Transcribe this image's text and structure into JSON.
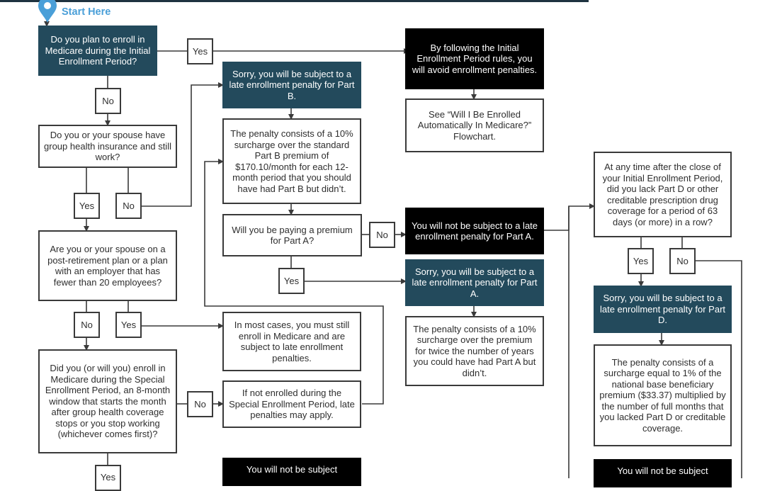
{
  "colors": {
    "dark_box": "#234a5c",
    "black_box": "#000000",
    "line": "#3a3a3a",
    "accent": "#4a9fd8",
    "top_bar": "#1f3340"
  },
  "start": {
    "label": "Start Here",
    "icon": "map-pin-icon"
  },
  "labels": {
    "yes": "Yes",
    "no": "No"
  },
  "boxes": {
    "q_initial": "Do you plan to enroll in Medicare during the Initial Enrollment Period?",
    "avoid_penalties": "By following the Initial Enrollment Period rules, you will avoid enrollment penalties.",
    "see_flowchart": "See “Will I Be Enrolled Automatically In Medicare?” Flowchart.",
    "sorry_part_b": "Sorry, you will be subject to a late enrollment penalty for Part B.",
    "penalty_part_b": "The penalty consists of a 10% surcharge over the standard Part B premium of $170.10/month for each 12-month period that you should have had Part B but didn’t.",
    "q_group_health": "Do you or your spouse have group health insurance and still work?",
    "q_paying_part_a": "Will you be paying a premium for Part A?",
    "not_subject_part_a": "You will not be subject to a late enrollment penalty for Part A.",
    "q_part_d": "At any time after the close of your Initial Enrollment Period, did you lack Part D or other creditable prescription drug coverage for a period of 63 days (or more) in a row?",
    "q_post_retirement": "Are you or your spouse on a post-retirement plan or a plan with an employer that has fewer than 20 employees?",
    "sorry_part_a": "Sorry, you will be subject to a late enrollment penalty for Part A.",
    "sorry_part_d": "Sorry, you will be subject to a late enrollment penalty for Part D.",
    "most_cases": "In most cases, you must still enroll in Medicare and are subject to late enrollment penalties.",
    "penalty_part_a": "The penalty consists of a 10% surcharge over the premium for twice the number of years you could have had Part A but didn’t.",
    "penalty_part_d": "The penalty consists of a surcharge equal to 1% of the national base beneficiary premium ($33.37) multiplied by the number of full months that you lacked Part D or creditable coverage.",
    "q_special_enrollment": "Did you (or will you) enroll in Medicare during the Special Enrollment Period, an 8-month window that starts the month after group health coverage stops or you stop working (whichever comes first)?",
    "not_enrolled_special": "If not enrolled during the Special Enrollment Period, late penalties may apply.",
    "not_subject_bottom_center": "You will not be subject",
    "not_subject_bottom_right": "You will not be subject"
  }
}
